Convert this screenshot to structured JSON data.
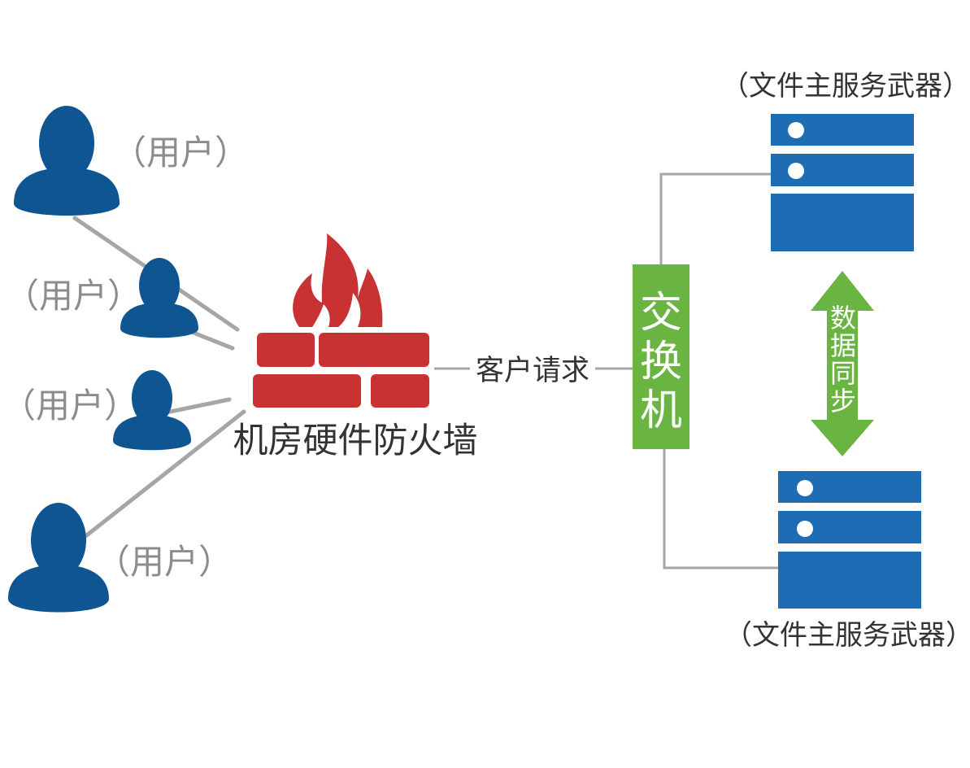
{
  "labels": {
    "user_1": "（用户）",
    "user_2": "（用户）",
    "user_3": "（用户）",
    "user_4": "（用户）",
    "firewall": "机房硬件防火墙",
    "client_request": "客户请求",
    "switch": "交换机",
    "sync": "数据同步",
    "server_top": "（文件主服务武器）",
    "server_bottom": "（文件主服务武器）"
  },
  "colors": {
    "user": "#0f5591",
    "firewall": "#c83233",
    "switch": "#6ab541",
    "server": "#1e6cb3",
    "line": "#a6a6a6",
    "label_gray": "#8c8c8c",
    "label_dark": "#333333",
    "white": "#ffffff"
  }
}
